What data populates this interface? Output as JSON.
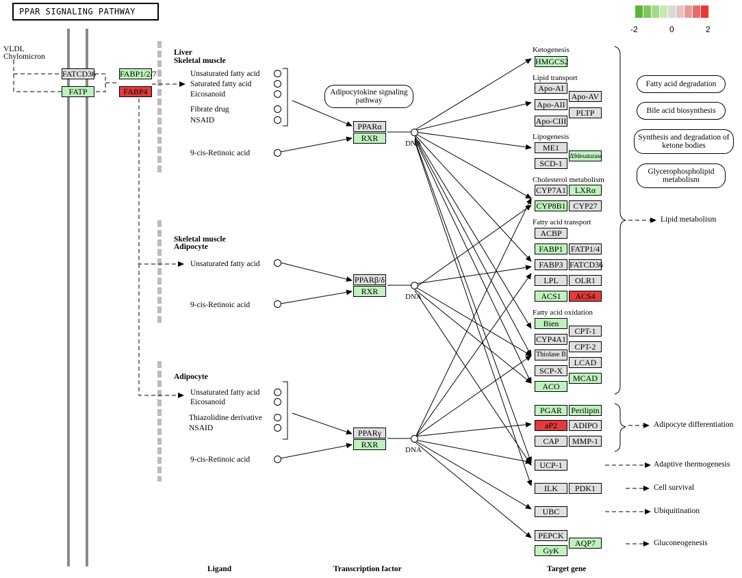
{
  "title": "PPAR SIGNALING PATHWAY",
  "legend": {
    "colors": [
      "#5db43b",
      "#7dc85a",
      "#a5da8a",
      "#c8e8b8",
      "#d9d9d9",
      "#e3c4c4",
      "#e69a9a",
      "#e86a6a",
      "#e33"
    ],
    "ticks": [
      "-2",
      "0",
      "2"
    ]
  },
  "top_left": {
    "vldl": "VLDL",
    "chylomicron": "Chylomicron"
  },
  "genes": {
    "fatcd36_left": {
      "label": "FATCD36",
      "color": "grey"
    },
    "fatp": {
      "label": "FATP",
      "color": "green"
    },
    "fabp127": {
      "label": "FABP1/2/7",
      "color": "green"
    },
    "fabp4": {
      "label": "FABP4",
      "color": "red"
    },
    "ppara": {
      "label": "PPARα",
      "color": "grey"
    },
    "rxr1": {
      "label": "RXR",
      "color": "green"
    },
    "pparbd": {
      "label": "PPARβ/δ",
      "color": "grey"
    },
    "rxr2": {
      "label": "RXR",
      "color": "green"
    },
    "pparg": {
      "label": "PPARγ",
      "color": "grey"
    },
    "rxr3": {
      "label": "RXR",
      "color": "green"
    },
    "hmgcs2": {
      "label": "HMGCS2",
      "color": "green"
    },
    "apoa1": {
      "label": "Apo-AI",
      "color": "grey"
    },
    "apoav": {
      "label": "Apo-AV",
      "color": "grey"
    },
    "apoa2": {
      "label": "Apo-AII",
      "color": "grey"
    },
    "pltp": {
      "label": "PLTP",
      "color": "grey"
    },
    "apoc3": {
      "label": "Apo-CIII",
      "color": "grey"
    },
    "me1": {
      "label": "ME1",
      "color": "grey"
    },
    "d9desaturase": {
      "label": "Δ9desaturase",
      "color": "green"
    },
    "scd1": {
      "label": "SCD-1",
      "color": "grey"
    },
    "cyp7a1": {
      "label": "CYP7A1",
      "color": "grey"
    },
    "lxra": {
      "label": "LXRα",
      "color": "green"
    },
    "cyp8b1": {
      "label": "CYP8B1",
      "color": "green"
    },
    "cyp27": {
      "label": "CYP27",
      "color": "grey"
    },
    "acbp": {
      "label": "ACBP",
      "color": "grey"
    },
    "fabp1": {
      "label": "FABP1",
      "color": "green"
    },
    "fatp14": {
      "label": "FATP1/4",
      "color": "grey"
    },
    "fabp3": {
      "label": "FABP3",
      "color": "grey"
    },
    "fatcd36_right": {
      "label": "FATCD36",
      "color": "grey"
    },
    "lpl": {
      "label": "LPL",
      "color": "grey"
    },
    "olr1": {
      "label": "OLR1",
      "color": "grey"
    },
    "acs1": {
      "label": "ACS1",
      "color": "green"
    },
    "acs4": {
      "label": "ACS4",
      "color": "red"
    },
    "bien": {
      "label": "Bien",
      "color": "green"
    },
    "cpt1": {
      "label": "CPT-1",
      "color": "grey"
    },
    "cyp4a1": {
      "label": "CYP4A1",
      "color": "grey"
    },
    "cpt2": {
      "label": "CPT-2",
      "color": "grey"
    },
    "thiolaseb": {
      "label": "Thiolase B",
      "color": "grey"
    },
    "lcad": {
      "label": "LCAD",
      "color": "grey"
    },
    "scpx": {
      "label": "SCP-X",
      "color": "grey"
    },
    "mcad": {
      "label": "MCAD",
      "color": "green"
    },
    "aco": {
      "label": "ACO",
      "color": "green"
    },
    "pgar": {
      "label": "PGAR",
      "color": "green"
    },
    "perilipin": {
      "label": "Perilipin",
      "color": "green"
    },
    "ap2": {
      "label": "aP2",
      "color": "red"
    },
    "adipo": {
      "label": "ADIPO",
      "color": "grey"
    },
    "cap": {
      "label": "CAP",
      "color": "grey"
    },
    "mmp1": {
      "label": "MMP-1",
      "color": "grey"
    },
    "ucp1": {
      "label": "UCP-1",
      "color": "grey"
    },
    "ilk": {
      "label": "ILK",
      "color": "grey"
    },
    "pdk1": {
      "label": "PDK1",
      "color": "grey"
    },
    "ubc": {
      "label": "UBC",
      "color": "grey"
    },
    "pepck": {
      "label": "PEPCK",
      "color": "grey"
    },
    "aqp7": {
      "label": "AQP7",
      "color": "green"
    },
    "gyk": {
      "label": "GyK",
      "color": "green"
    }
  },
  "tissues": {
    "liver": "Liver",
    "skeletal_muscle_1": "Skeletal muscle",
    "skeletal_muscle_2": "Skeletal muscle",
    "adipocyte_1": "Adipocyte",
    "adipocyte_2": "Adipocyte"
  },
  "ligands": {
    "g1": [
      "Unsaturated fatty acid",
      "Saturated fatty acid",
      "Eicosanoid",
      "Fibrate drug",
      "NSAID"
    ],
    "g1_retinoic": "9-cis-Retinoic acid",
    "g2": "Unsaturated fatty acid",
    "g2_retinoic": "9-cis-Retinoic acid",
    "g3": [
      "Unsaturated fatty acid",
      "Eicosanoid",
      "Thiazolidine derivative",
      "NSAID"
    ],
    "g3_retinoic": "9-cis-Retinoic acid"
  },
  "dna_label": "DNA",
  "sections": {
    "ketogenesis": "Ketogenesis",
    "lipid_transport": "Lipid transport",
    "lipogenesis": "Lipogenesis",
    "cholesterol": "Cholesterol metabolism",
    "fa_transport": "Fatty acid transport",
    "fa_oxidation": "Fatty acid oxidation"
  },
  "pathways": {
    "adipocytokine": "Adipocytokine signaling pathway",
    "fa_degradation": "Fatty acid degradation",
    "bile_acid": "Bile acid biosynthesis",
    "ketone": "Synthesis and degradation of ketone bodies",
    "glycerophospholipid": "Glycerophospholipid metabolism"
  },
  "outcomes": {
    "lipid": "Lipid metabolism",
    "adipocyte_diff": "Adipocyte differentiation",
    "thermogenesis": "Adaptive thermogenesis",
    "survival": "Cell survival",
    "ubiquitination": "Ubiquitination",
    "gluconeogenesis": "Gluconeogenesis"
  },
  "footer": {
    "ligand": "Ligand",
    "transcription_factor": "Transcription factor",
    "target_gene": "Target gene"
  }
}
